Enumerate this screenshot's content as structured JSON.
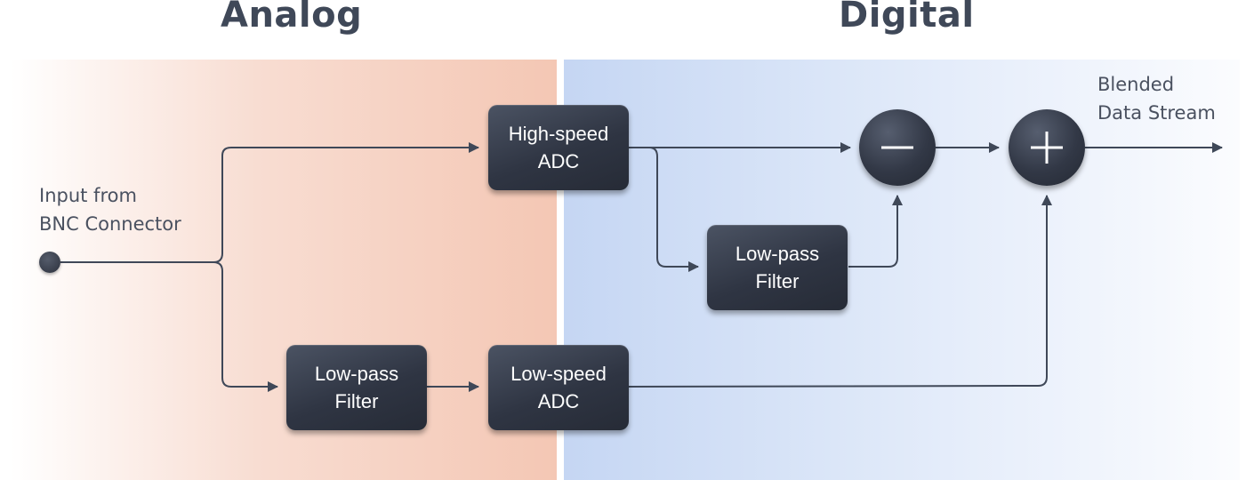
{
  "sections": {
    "analog": "Analog",
    "digital": "Digital"
  },
  "labels": {
    "input": "Input from\nBNC Connector",
    "output": "Blended\nData Stream"
  },
  "blocks": {
    "high_speed_adc": "High-speed\nADC",
    "lowpass_digital": "Low-pass\nFilter",
    "lowpass_analog": "Low-pass\nFilter",
    "low_speed_adc": "Low-speed\nADC"
  },
  "operators": {
    "subtract": "minus-icon",
    "add": "plus-icon"
  },
  "colors": {
    "analog_bg": "#f4c7b4",
    "digital_bg": "#c5d6f3",
    "wire": "#3f4858",
    "block": "#2f3543"
  }
}
